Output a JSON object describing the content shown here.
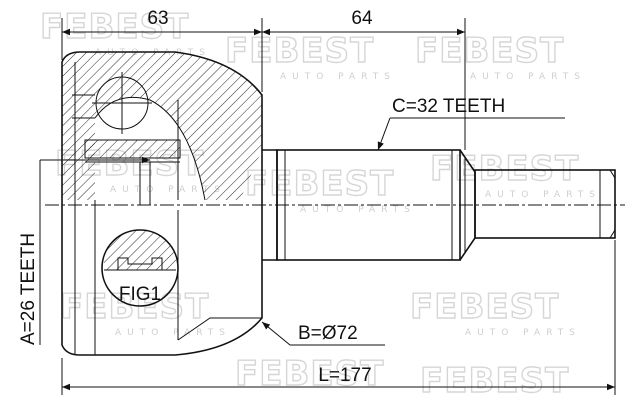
{
  "dimensions": {
    "top_left": "63",
    "top_right": "64",
    "overall_length": "L=177",
    "spline_c": "C=32 TEETH",
    "spline_a": "A=26 TEETH",
    "diameter_b": "B=Ø72"
  },
  "figure_label": "FIG1",
  "watermark": {
    "brand": "FEBEST",
    "sub": "AUTO PARTS"
  }
}
